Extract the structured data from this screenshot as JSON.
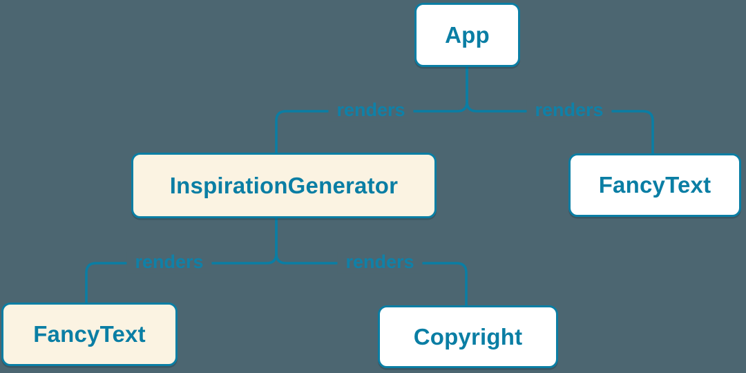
{
  "diagram": {
    "type": "component-render-tree",
    "colors": {
      "background": "#4c6671",
      "accent": "#0a7ea4",
      "node_fill_default": "#ffffff",
      "node_fill_highlight": "#fbf3e2",
      "edge_label_color": "#0f81a8"
    },
    "nodes": [
      {
        "id": "app",
        "label": "App",
        "variant": "default"
      },
      {
        "id": "inspiration-generator",
        "label": "InspirationGenerator",
        "variant": "highlight"
      },
      {
        "id": "fancy-text-top",
        "label": "FancyText",
        "variant": "default"
      },
      {
        "id": "fancy-text-bottom",
        "label": "FancyText",
        "variant": "highlight"
      },
      {
        "id": "copyright",
        "label": "Copyright",
        "variant": "default"
      }
    ],
    "edges": [
      {
        "from": "App",
        "to": "InspirationGenerator",
        "label": "renders"
      },
      {
        "from": "App",
        "to": "FancyText",
        "label": "renders"
      },
      {
        "from": "InspirationGenerator",
        "to": "FancyText",
        "label": "renders"
      },
      {
        "from": "InspirationGenerator",
        "to": "Copyright",
        "label": "renders"
      }
    ]
  }
}
